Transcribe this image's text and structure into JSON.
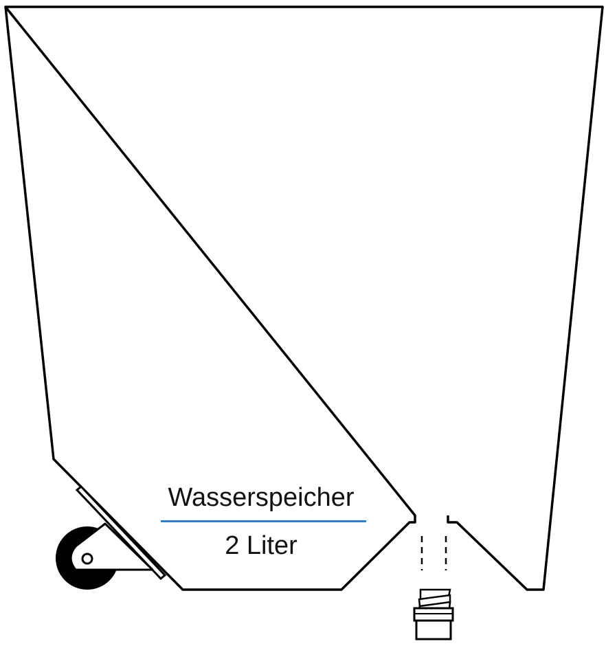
{
  "diagram": {
    "type": "technical-illustration",
    "subject": "planter-with-water-reservoir-cross-section",
    "reservoir": {
      "title": "Wasserspeicher",
      "capacity": "2 Liter",
      "divider_color": "#2f7fd0"
    },
    "parts": {
      "body": "planter-body-outline",
      "wheel": "caster-wheel",
      "drain": "drain-opening",
      "plug": "threaded-plug"
    },
    "colors": {
      "stroke": "#000000",
      "background": "#ffffff",
      "accent": "#2f7fd0"
    }
  }
}
